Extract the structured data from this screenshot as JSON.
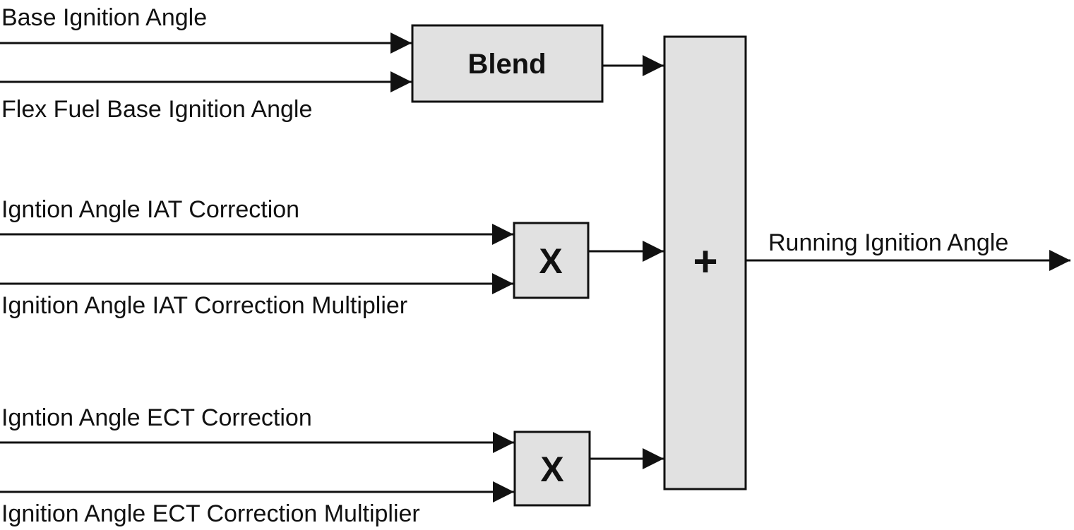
{
  "diagram": {
    "colors": {
      "background": "#ffffff",
      "box_fill": "#e1e1e1",
      "line": "#111111",
      "text": "#111111"
    },
    "inputs": {
      "blend": {
        "top_label": "Base Ignition Angle",
        "bottom_label": "Flex Fuel Base Ignition Angle"
      },
      "iat": {
        "top_label": "Igntion Angle IAT Correction",
        "bottom_label": "Ignition Angle IAT Correction Multiplier"
      },
      "ect": {
        "top_label": "Igntion Angle ECT Correction",
        "bottom_label": "Ignition Angle ECT Correction Multiplier"
      }
    },
    "blocks": {
      "blend": {
        "label": "Blend",
        "operation": "blend"
      },
      "iat_multiply": {
        "label": "X",
        "operation": "multiply"
      },
      "ect_multiply": {
        "label": "X",
        "operation": "multiply"
      },
      "sum": {
        "label": "+",
        "operation": "add"
      }
    },
    "output": {
      "label": "Running Ignition Angle"
    }
  }
}
